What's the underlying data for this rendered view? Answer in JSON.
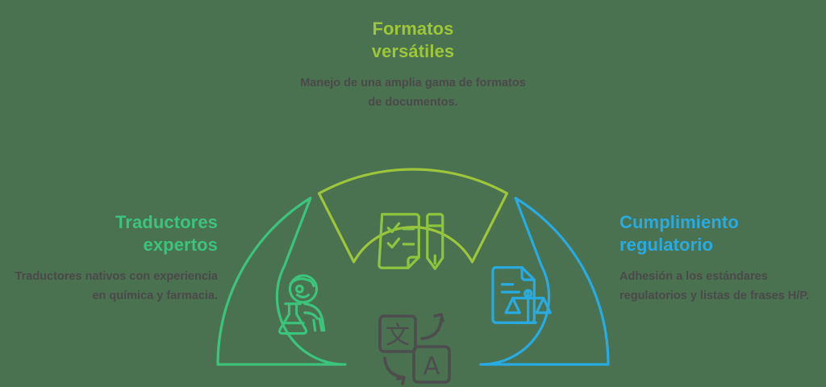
{
  "theme": {
    "background": "#4a7150",
    "green": "#3cc47c",
    "lime": "#9dc63b",
    "blue": "#29abe2",
    "body_text": "#4a4a4a",
    "hub_icon": "#4d4d4d"
  },
  "sections": {
    "formats": {
      "title": "Formatos versátiles",
      "title_line1": "Formatos",
      "title_line2": "versátiles",
      "description": "Manejo de una amplia gama de formatos de documentos.",
      "icon": "document-checklist-pen-icon",
      "color": "#9dc63b"
    },
    "translators": {
      "title": "Traductores expertos",
      "title_line1": "Traductores",
      "title_line2": "expertos",
      "description": "Traductores nativos con experiencia en química y farmacia.",
      "icon": "chemist-scientist-flask-icon",
      "color": "#3cc47c"
    },
    "compliance": {
      "title": "Cumplimiento regulatorio",
      "title_line1": "Cumplimiento",
      "title_line2": "regulatorio",
      "description": "Adhesión a los estándares regulatorios y listas de frases H/P.",
      "icon": "document-scales-justice-icon",
      "color": "#29abe2"
    }
  },
  "hub": {
    "icon": "translate-language-icon",
    "source_glyph": "文",
    "target_glyph": "A"
  }
}
